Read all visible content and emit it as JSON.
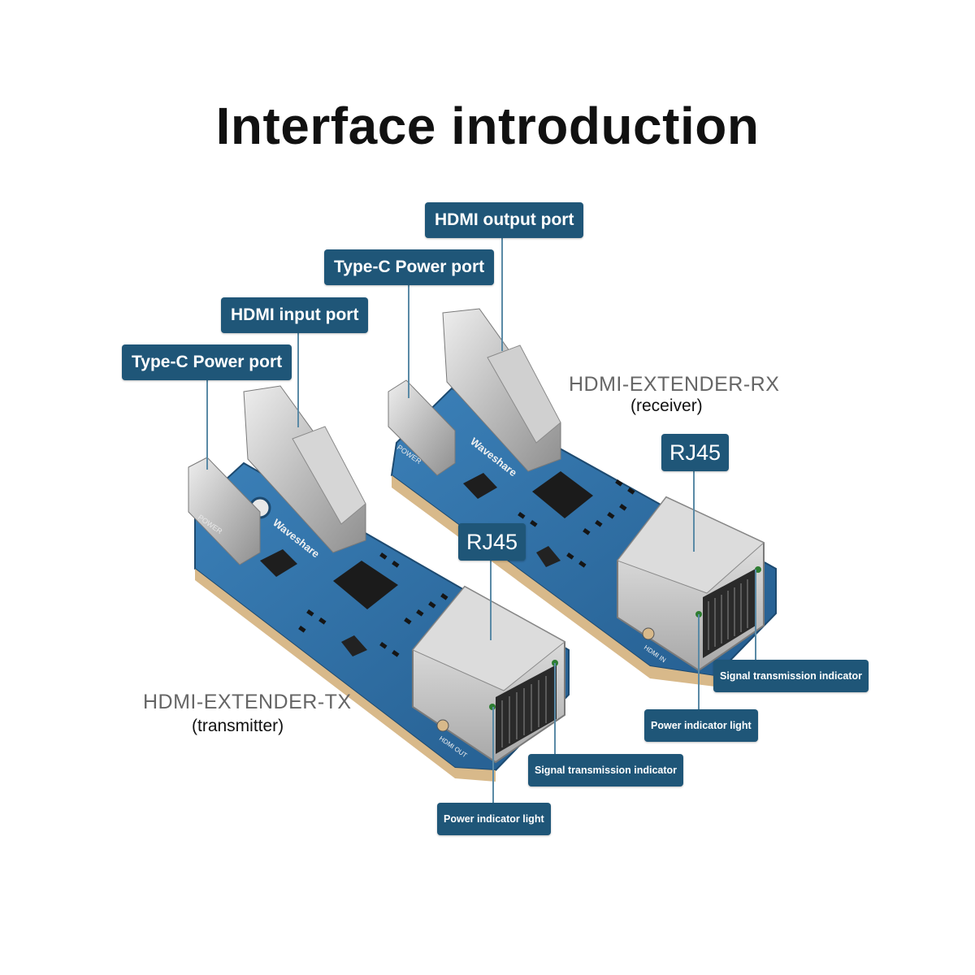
{
  "title": "Interface introduction",
  "tx": {
    "name": "HDMI-EXTENDER-TX",
    "role": "(transmitter)",
    "callouts": {
      "type_c": "Type-C Power port",
      "hdmi": "HDMI input port",
      "rj45": "RJ45",
      "signal": "Signal transmission indicator",
      "power_led": "Power indicator light"
    },
    "silkscreen": {
      "power": "POWER",
      "brand": "Waveshare",
      "port": "HDMI OUT"
    }
  },
  "rx": {
    "name": "HDMI-EXTENDER-RX",
    "role": "(receiver)",
    "callouts": {
      "type_c": "Type-C Power port",
      "hdmi": "HDMI output port",
      "rj45": "RJ45",
      "signal": "Signal transmission indicator",
      "power_led": "Power indicator light"
    },
    "silkscreen": {
      "power": "POWER",
      "brand": "Waveshare",
      "port": "HDMI IN"
    }
  },
  "colors": {
    "callout_bg": "#1f5678",
    "pcb": "#2f6fa6",
    "metal": "#c9c9c9"
  }
}
